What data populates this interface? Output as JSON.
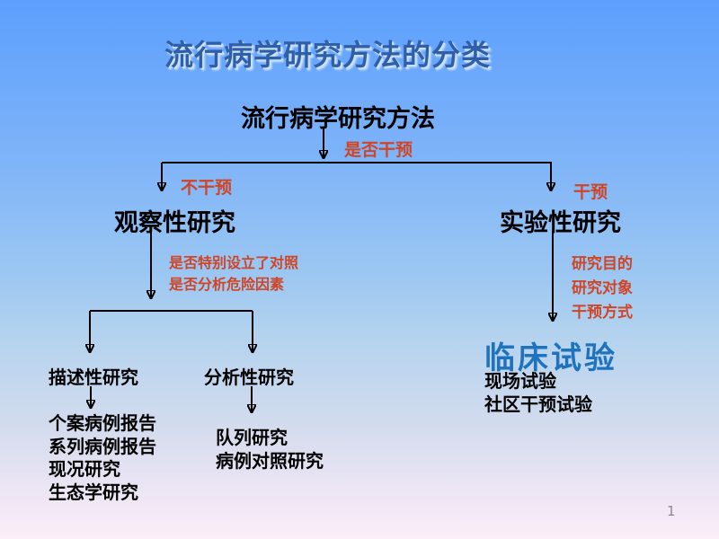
{
  "slide_title": "流行病学研究方法的分类",
  "page_number": "1",
  "colors": {
    "background_top": "#5c9ffd",
    "background_middle": "#9ac6f2",
    "background_bottom": "#fbeef8",
    "title_text": "#2f5fa8",
    "decision_label_red": "#cf4526",
    "node_text": "#000000",
    "clinical_trial_blue": "#1e72be",
    "page_number_gray": "#8a8a8a",
    "connector_line": "#000000"
  },
  "tree": {
    "root": "流行病学研究方法",
    "decision_root": "是否干预",
    "branch_left_label": "不干预",
    "branch_right_label": "干预",
    "observational": "观察性研究",
    "experimental": "实验性研究",
    "decision_observational_line1": "是否特别设立了对照",
    "decision_observational_line2": "是否分析危险因素",
    "decision_experimental": [
      "研究目的",
      "研究对象",
      "干预方式"
    ],
    "descriptive": "描述性研究",
    "analytical": "分析性研究",
    "descriptive_items": [
      "个案病例报告",
      "系列病例报告",
      "现况研究",
      "生态学研究"
    ],
    "analytical_items": [
      "队列研究",
      "病例对照研究"
    ],
    "clinical_trial": "临床试验",
    "experimental_items": [
      "现场试验",
      "社区干预试验"
    ]
  }
}
